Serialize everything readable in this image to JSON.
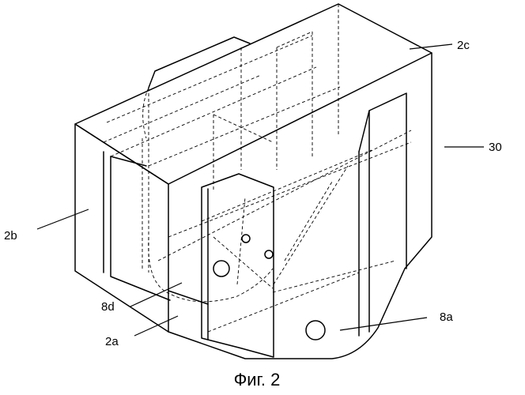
{
  "caption": "Фиг. 2",
  "labels": {
    "part_2c": "2c",
    "part_30": "30",
    "part_2b": "2b",
    "part_8d": "8d",
    "part_2a": "2a",
    "part_8a": "8a"
  }
}
